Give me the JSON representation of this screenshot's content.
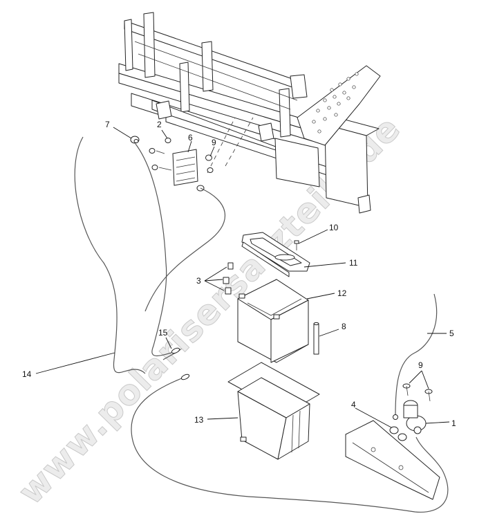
{
  "watermark": "www.polarisersatzteile.de",
  "callouts": [
    {
      "id": "c7",
      "label": "7"
    },
    {
      "id": "c2",
      "label": "2"
    },
    {
      "id": "c6",
      "label": "6"
    },
    {
      "id": "c9a",
      "label": "9"
    },
    {
      "id": "c10",
      "label": "10"
    },
    {
      "id": "c11",
      "label": "11"
    },
    {
      "id": "c3",
      "label": "3"
    },
    {
      "id": "c12",
      "label": "12"
    },
    {
      "id": "c8",
      "label": "8"
    },
    {
      "id": "c15",
      "label": "15"
    },
    {
      "id": "c14",
      "label": "14"
    },
    {
      "id": "c5",
      "label": "5"
    },
    {
      "id": "c9b",
      "label": "9"
    },
    {
      "id": "c4",
      "label": "4"
    },
    {
      "id": "c1",
      "label": "1"
    },
    {
      "id": "c13",
      "label": "13"
    }
  ]
}
